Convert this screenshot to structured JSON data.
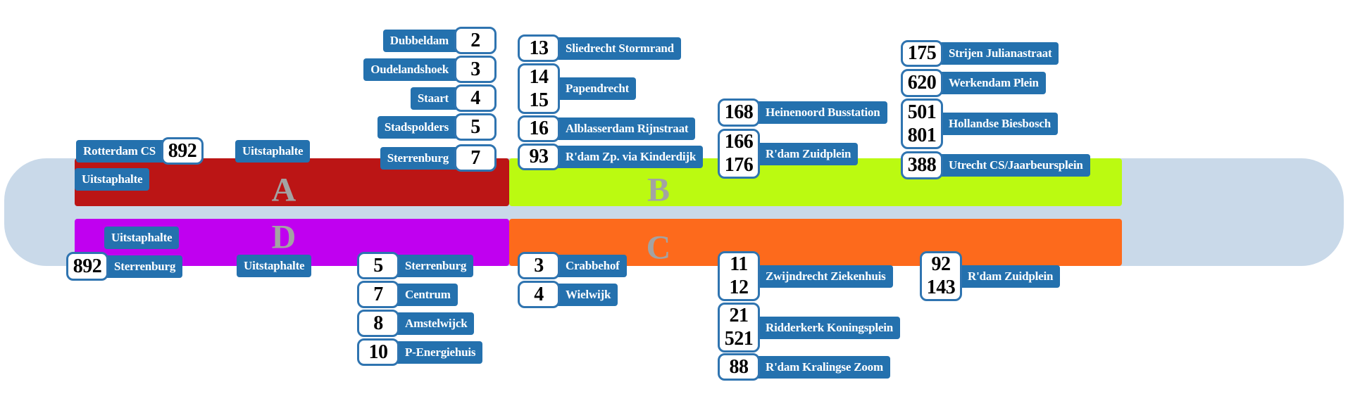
{
  "colors": {
    "platform_a": "#bb1515",
    "platform_b": "#bbfa11",
    "platform_c": "#fd6a1c",
    "platform_d": "#c000f0",
    "label": "#2471ae",
    "bay": "#c9d9e9"
  },
  "platform_a": {
    "letter": "A",
    "alighting": [
      "Uitstaphalte",
      "Uitstaphalte"
    ],
    "routes": [
      {
        "numbers": [
          "892"
        ],
        "destination": "Rotterdam CS"
      },
      {
        "numbers": [
          "2"
        ],
        "destination": "Dubbeldam"
      },
      {
        "numbers": [
          "3"
        ],
        "destination": "Oudelandshoek"
      },
      {
        "numbers": [
          "4"
        ],
        "destination": "Staart"
      },
      {
        "numbers": [
          "5"
        ],
        "destination": "Stadspolders"
      },
      {
        "numbers": [
          "7"
        ],
        "destination": "Sterrenburg"
      }
    ]
  },
  "platform_b": {
    "letter": "B",
    "routes": [
      {
        "numbers": [
          "13"
        ],
        "destination": "Sliedrecht Stormrand"
      },
      {
        "numbers": [
          "14",
          "15"
        ],
        "destination": "Papendrecht"
      },
      {
        "numbers": [
          "16"
        ],
        "destination": "Alblasserdam Rijnstraat"
      },
      {
        "numbers": [
          "93"
        ],
        "destination": "R'dam Zp. via Kinderdijk"
      },
      {
        "numbers": [
          "168"
        ],
        "destination": "Heinenoord Busstation"
      },
      {
        "numbers": [
          "166",
          "176"
        ],
        "destination": "R'dam Zuidplein"
      },
      {
        "numbers": [
          "175"
        ],
        "destination": "Strijen Julianastraat"
      },
      {
        "numbers": [
          "620"
        ],
        "destination": "Werkendam Plein"
      },
      {
        "numbers": [
          "501",
          "801"
        ],
        "destination": "Hollandse Biesbosch"
      },
      {
        "numbers": [
          "388"
        ],
        "destination": "Utrecht CS/Jaarbeursplein"
      }
    ]
  },
  "platform_c": {
    "letter": "C",
    "routes": [
      {
        "numbers": [
          "3"
        ],
        "destination": "Crabbehof"
      },
      {
        "numbers": [
          "4"
        ],
        "destination": "Wielwijk"
      },
      {
        "numbers": [
          "11",
          "12"
        ],
        "destination": "Zwijndrecht Ziekenhuis"
      },
      {
        "numbers": [
          "21",
          "521"
        ],
        "destination": "Ridderkerk Koningsplein"
      },
      {
        "numbers": [
          "88"
        ],
        "destination": "R'dam Kralingse Zoom"
      },
      {
        "numbers": [
          "92",
          "143"
        ],
        "destination": "R'dam Zuidplein"
      }
    ]
  },
  "platform_d": {
    "letter": "D",
    "alighting": [
      "Uitstaphalte",
      "Uitstaphalte"
    ],
    "routes": [
      {
        "numbers": [
          "892"
        ],
        "destination": "Sterrenburg"
      },
      {
        "numbers": [
          "5"
        ],
        "destination": "Sterrenburg"
      },
      {
        "numbers": [
          "7"
        ],
        "destination": "Centrum"
      },
      {
        "numbers": [
          "8"
        ],
        "destination": "Amstelwijck"
      },
      {
        "numbers": [
          "10"
        ],
        "destination": "P-Energiehuis"
      }
    ]
  }
}
